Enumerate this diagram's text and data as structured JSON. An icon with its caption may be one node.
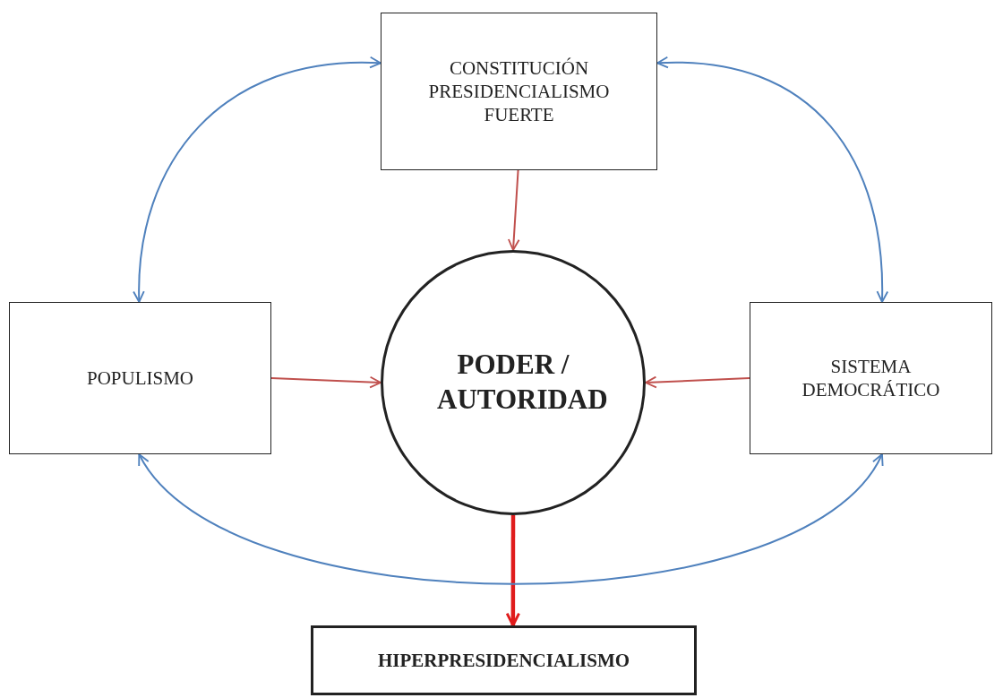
{
  "diagram": {
    "nodes": [
      {
        "text": [
          "CONSTITUCIÓN PRESIDENCIALISMO FUERTE"
        ]
      },
      {
        "text": [
          "POPULISMO"
        ]
      },
      {
        "text": [
          "PODER / AUTORIDAD"
        ]
      },
      {
        "text": [
          "SISTEMA DEMOCRÁTICO"
        ]
      },
      {
        "text": [
          "HIPERPRESIDENCIALISMO"
        ]
      }
    ],
    "edges": [
      {
        "from": 0,
        "to": 2,
        "arrow": "to"
      },
      {
        "from": 1,
        "to": 2,
        "arrow": "to"
      },
      {
        "from": 3,
        "to": 2,
        "arrow": "to"
      },
      {
        "from": 2,
        "to": 4,
        "arrow": "to",
        "style": "thick",
        "color": "#e01c1c"
      },
      {
        "from": 0,
        "to": 1,
        "arrow": "both",
        "color": "#4f81bd"
      },
      {
        "from": 0,
        "to": 3,
        "arrow": "both",
        "color": "#4f81bd"
      },
      {
        "from": 1,
        "to": 3,
        "arrow": "both",
        "color": "#4f81bd"
      }
    ]
  }
}
